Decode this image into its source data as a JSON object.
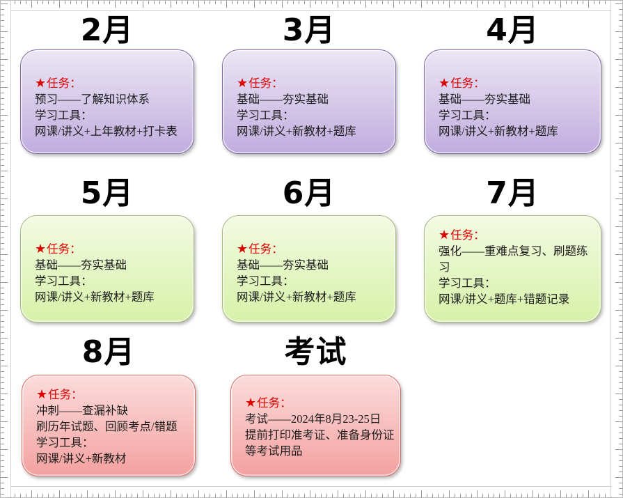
{
  "page": {
    "background": "#ffffff",
    "ruler": {
      "tick_color": "#9a9a9a",
      "edge_line_color": "#d2d2d2"
    }
  },
  "star_glyph": "★",
  "task_text_color": "#e00000",
  "themes": {
    "purple": {
      "fill_top": "#EBE6F5",
      "fill_bottom": "#C0ADDE",
      "border": "#7E68A8"
    },
    "green": {
      "fill_top": "#F3FAE3",
      "fill_bottom": "#D7F1A8",
      "border": "#A2B977"
    },
    "red": {
      "fill_top": "#FBDCDB",
      "fill_bottom": "#F3A1A0",
      "border": "#DA6A62"
    }
  },
  "cards": [
    {
      "title": "2月",
      "theme": "purple",
      "task_label": "任务：",
      "lines": [
        "预习——了解知识体系",
        "学习工具：",
        "网课/讲义+上年教材+打卡表"
      ]
    },
    {
      "title": "3月",
      "theme": "purple",
      "task_label": "任务：",
      "lines": [
        "基础——夯实基础",
        "学习工具：",
        "网课/讲义+新教材+题库"
      ]
    },
    {
      "title": "4月",
      "theme": "purple",
      "task_label": "任务：",
      "lines": [
        "基础——夯实基础",
        "学习工具：",
        "网课/讲义+新教材+题库"
      ]
    },
    {
      "title": "5月",
      "theme": "green",
      "task_label": "任务：",
      "lines": [
        "基础——夯实基础",
        "学习工具：",
        "网课/讲义+新教材+题库"
      ]
    },
    {
      "title": "6月",
      "theme": "green",
      "task_label": "任务：",
      "lines": [
        "基础——夯实基础",
        "学习工具：",
        "网课/讲义+新教材+题库"
      ]
    },
    {
      "title": "7月",
      "theme": "green",
      "task_label": "任务：",
      "lines": [
        "强化——重难点复习、刷题练习",
        "学习工具：",
        "网课/讲义+题库+错题记录"
      ]
    },
    {
      "title": "8月",
      "theme": "red",
      "task_label": "任务：",
      "lines": [
        "冲刺——查漏补缺",
        "刷历年试题、回顾考点/错题",
        "学习工具：",
        "网课/讲义+新教材"
      ]
    },
    {
      "title": "考试",
      "theme": "red",
      "task_label": "任务：",
      "lines": [
        "考试——2024年8月23-25日",
        "提前打印准考证、准备身份证等考试用品"
      ]
    }
  ]
}
